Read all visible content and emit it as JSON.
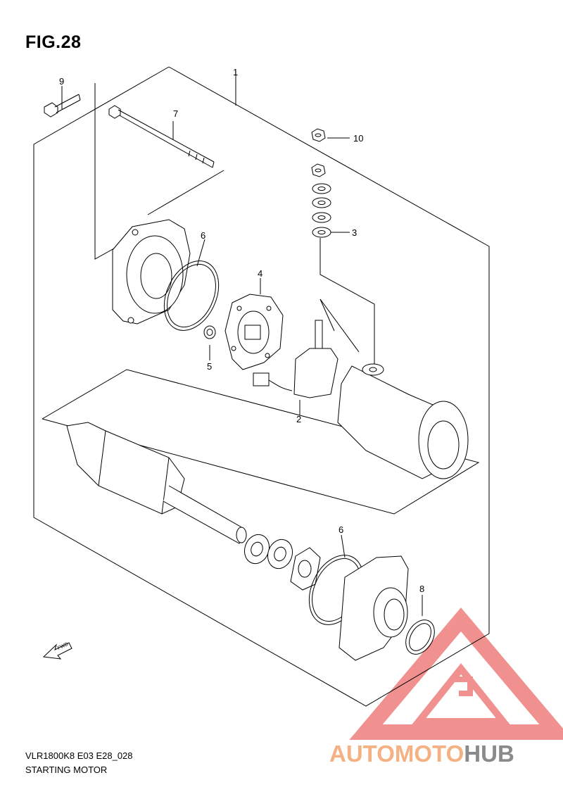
{
  "figure": {
    "title": "FIG.28",
    "code": "VLR1800K8 E03 E28_028",
    "description": "STARTING MOTOR",
    "fwd_label": "FWD"
  },
  "parts": [
    {
      "ref": "1"
    },
    {
      "ref": "2"
    },
    {
      "ref": "3"
    },
    {
      "ref": "4"
    },
    {
      "ref": "5"
    },
    {
      "ref": "6"
    },
    {
      "ref": "6"
    },
    {
      "ref": "7"
    },
    {
      "ref": "8"
    },
    {
      "ref": "9"
    },
    {
      "ref": "10"
    }
  ],
  "watermark": {
    "part1": "AUTOMOTO",
    "part2": "HUB",
    "color_primary": "#e53935",
    "color_text_light": "#f4b183",
    "color_text_grey": "#8a8a8a"
  }
}
